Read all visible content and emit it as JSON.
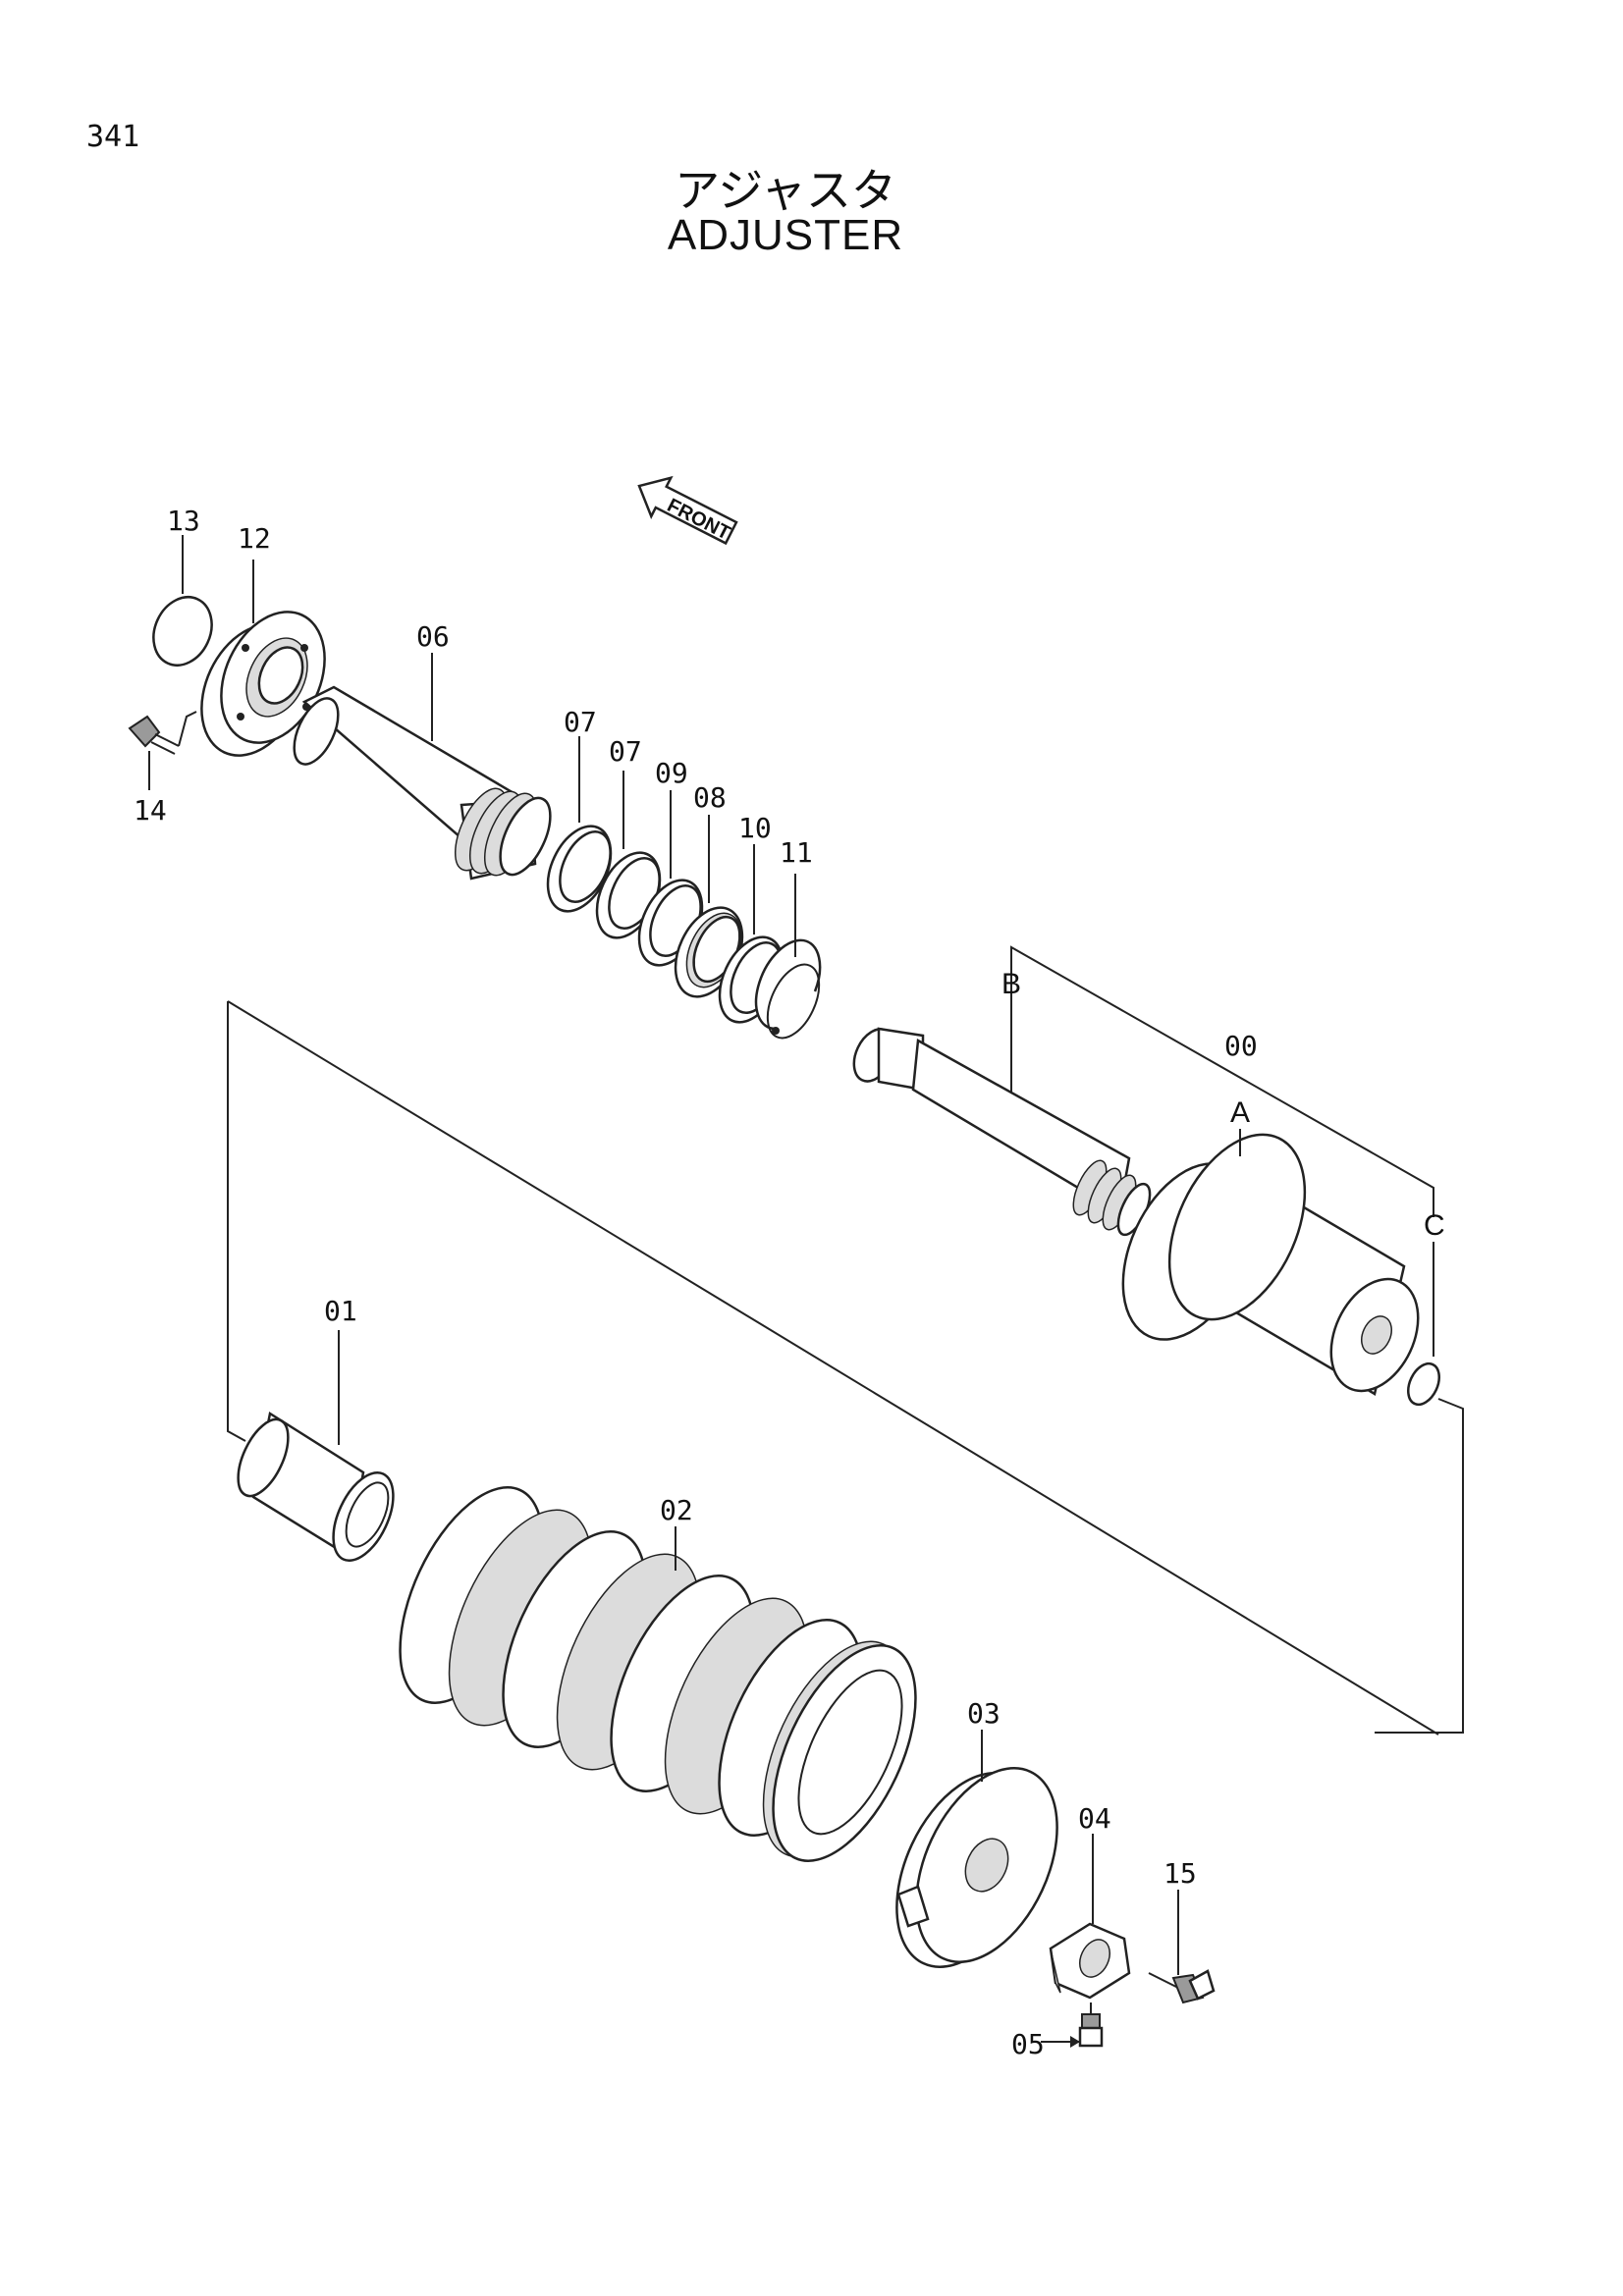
{
  "page_number": "341",
  "title_jp": "アジャスタ",
  "title_en": "ADJUSTER",
  "front_label": "FRONT",
  "labels": {
    "p00": "00",
    "p01": "01",
    "p02": "02",
    "p03": "03",
    "p04": "04",
    "p05": "05",
    "p06": "06",
    "p07a": "07",
    "p07b": "07",
    "p08": "08",
    "p09": "09",
    "p10": "10",
    "p11": "11",
    "p12": "12",
    "p13": "13",
    "p14": "14",
    "p15": "15",
    "A": "A",
    "B": "B",
    "C": "C"
  }
}
